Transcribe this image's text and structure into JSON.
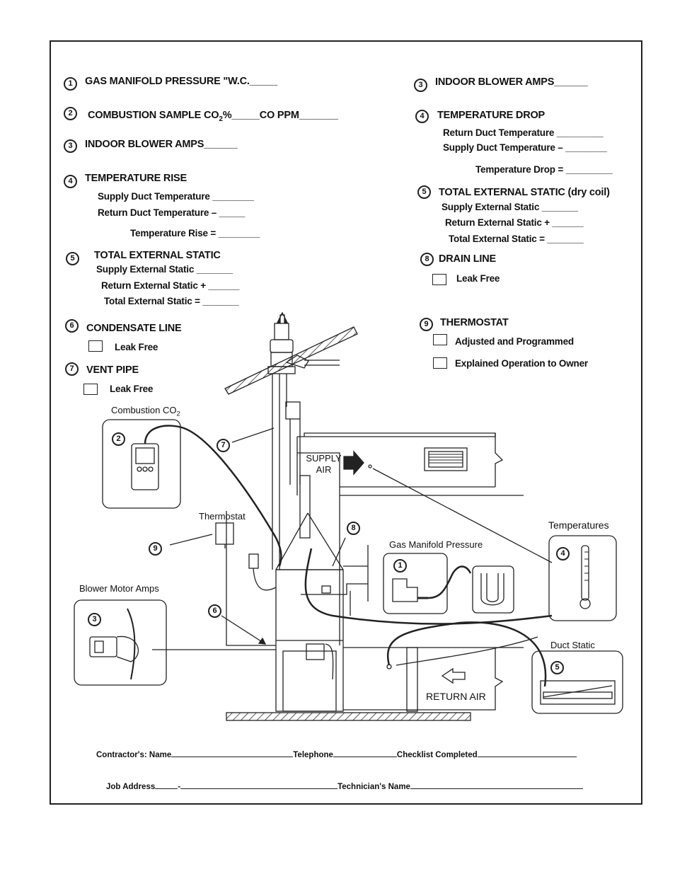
{
  "left": {
    "item1": {
      "num": "1",
      "text": "GAS MANIFOLD PRESSURE \"W.C._____"
    },
    "item2": {
      "num": "2",
      "prefix": "COMBUSTION SAMPLE CO",
      "sub": "2",
      "suffix": "%_____CO PPM_______"
    },
    "item3": {
      "num": "3",
      "text": "INDOOR BLOWER AMPS______"
    },
    "item4": {
      "num": "4",
      "title": "TEMPERATURE RISE",
      "line1": "Supply Duct Temperature ________",
      "line2": "Return Duct Temperature  –  _____",
      "line3": "Temperature Rise  = ________"
    },
    "item5": {
      "num": "5",
      "title": "TOTAL EXTERNAL STATIC",
      "line1": "Supply External Static _______",
      "line2": "Return External Static + ______",
      "line3": "Total External Static = _______"
    },
    "item6": {
      "num": "6",
      "title": "CONDENSATE LINE",
      "check": "Leak Free"
    },
    "item7": {
      "num": "7",
      "title": "VENT PIPE",
      "check": "Leak Free"
    }
  },
  "right": {
    "item3": {
      "num": "3",
      "text": "INDOOR BLOWER AMPS______"
    },
    "item4": {
      "num": "4",
      "title": "TEMPERATURE DROP",
      "line1": "Return Duct Temperature _________",
      "line2": "Supply Duct Temperature  –  ________",
      "line3": "Temperature Drop  = _________"
    },
    "item5": {
      "num": "5",
      "title": "TOTAL EXTERNAL STATIC (dry coil)",
      "line1": "Supply External Static _______",
      "line2": "Return External Static + ______",
      "line3": "Total External Static = _______"
    },
    "item8": {
      "num": "8",
      "title": "DRAIN LINE",
      "check": "Leak Free"
    },
    "item9": {
      "num": "9",
      "title": "THERMOSTAT",
      "check1": "Adjusted and Programmed",
      "check2": "Explained Operation to Owner"
    }
  },
  "diagram": {
    "combustion_label_prefix": "Combustion CO",
    "combustion_label_sub": "2",
    "thermostat_label": "Thermostat",
    "blower_label": "Blower Motor Amps",
    "gas_label": "Gas Manifold Pressure",
    "temps_label": "Temperatures",
    "duct_static_label": "Duct Static",
    "supply_air_line1": "SUPPLY",
    "supply_air_line2": "AIR",
    "return_air": "RETURN AIR",
    "callouts": {
      "c2": "2",
      "c7": "7",
      "c9": "9",
      "c3": "3",
      "c6": "6",
      "c8": "8",
      "c1": "1",
      "c4": "4",
      "c5": "5"
    }
  },
  "footer": {
    "contractor": "Contractor's: Name",
    "telephone": "Telephone",
    "checklist": "Checklist Completed",
    "job_address": "Job Address",
    "dash": "-",
    "technician": "Technician's Name"
  }
}
